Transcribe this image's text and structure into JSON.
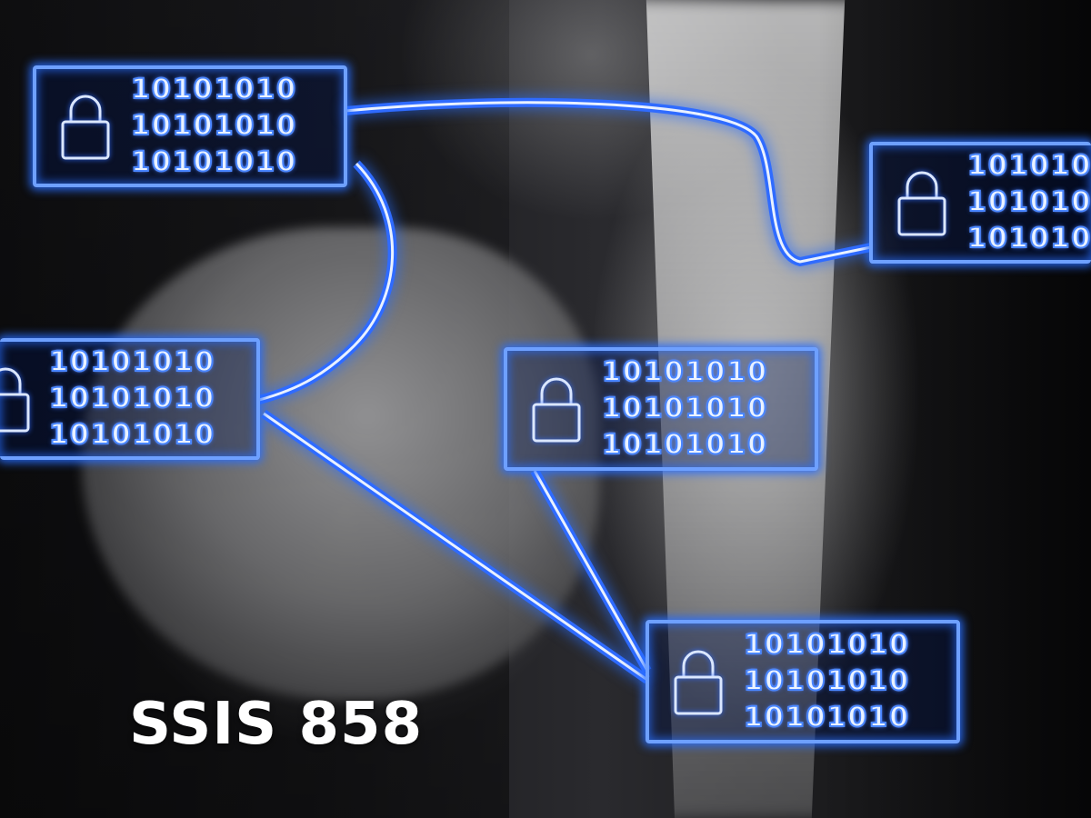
{
  "caption": "SSIS 858",
  "nodes": [
    {
      "lock_icon": "padlock-icon",
      "lines": [
        "10101010",
        "10101010",
        "10101010"
      ]
    },
    {
      "lock_icon": "padlock-icon",
      "lines": [
        "101010",
        "101010",
        "101010"
      ]
    },
    {
      "lock_icon": "padlock-icon",
      "lines": [
        "10101010",
        "10101010",
        "10101010"
      ]
    },
    {
      "lock_icon": "padlock-icon",
      "lines": [
        "10101010",
        "10101010",
        "10101010"
      ]
    },
    {
      "lock_icon": "padlock-icon",
      "lines": [
        "10101010",
        "10101010",
        "10101010"
      ]
    }
  ],
  "colors": {
    "glow": "#2f6bff",
    "frame": "#6ea0ff",
    "text": "#eaf2ff"
  }
}
